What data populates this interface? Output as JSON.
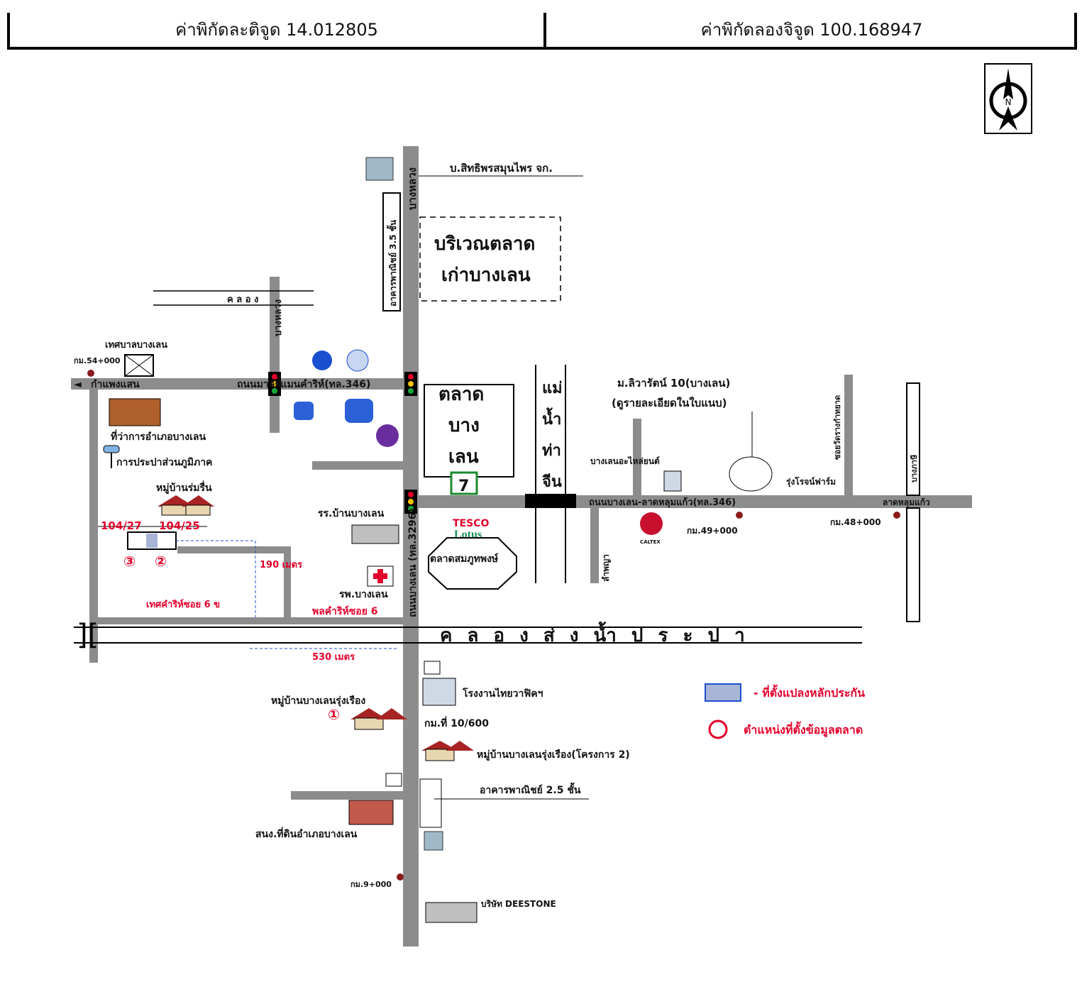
{
  "header": {
    "latitude_label": "ค่าพิกัดละติจูด 14.012805",
    "longitude_label": "ค่าพิกัดลองจิจูด 100.168947"
  },
  "compass": {
    "letter": "N",
    "icon": "north-arrow-icon"
  },
  "colors": {
    "road": "#8c8c8c",
    "red": "#e4002b",
    "blue": "#1b4fd1"
  },
  "labels": {
    "company_top": "บ.สิทธิพรสมุนไพร จก.",
    "road_north": "บางหลวง",
    "shophouse_35": "อาคารพาณิชย์ 3.5 ชั้น",
    "old_market_1": "บริเวณตลาด",
    "old_market_2": "เก่าบางเลน",
    "canal_small": "ค ล อ ง",
    "road_banghluang_w": "บางหลวง",
    "municipality": "เทศบาลบางเลน",
    "km54": "กม.54+000",
    "kamphaengsaen": "กำแพงแสน",
    "road_346_west": "ถนนมาลัยแมนคำริห์(ทล.346)",
    "district_office": "ที่ว่าการอำเภอบางเลน",
    "water_authority": "การประปาส่วนภูมิภาค",
    "village_west": "หมู่บ้านร่มรื่น",
    "lot_10427": "104/27",
    "lot_10425": "104/25",
    "marker_3": "③",
    "marker_2": "②",
    "dist_190": "190 เมตร",
    "soi_6k": "เทศคำริห์ซอย 6 ข",
    "soi_6": "พลคำริห์ซอย 6",
    "dist_530": "530 เมตร",
    "canal_big": "ค ล อ ง ส่ ง น้ำ ป ร ะ ป า",
    "school": "รร.บ้านบางเลน",
    "hospital": "รพ.บางเลน",
    "main_road_v": "ถนนบางเลน (ทล.3296)",
    "market_1": "ตลาด",
    "market_2": "บาง",
    "market_3": "เลน",
    "seven_eleven": "7",
    "tesco_1": "TESCO",
    "tesco_2": "Lotus",
    "market_somphong": "ตลาดสมภูทพงษ์",
    "river_1": "แม่",
    "river_2": "น้ำ",
    "river_3": "ท่า",
    "river_4": "จีน",
    "village_livarat_1": "ม.ลิวารัตน์ 10(บางเลน)",
    "village_livarat_2": "(ดูรายละเอียดในใบแนบ)",
    "auto_parts": "บางเลนอะไหล่ยนต์",
    "road_346_east": "ถนนบางเลน-ลาดหลุมแก้ว(ทล.346)",
    "caltex": "CALTEX",
    "km49": "กม.49+000",
    "soi_wat": "ซอยวัดรางกำหยาด",
    "farm": "รุ่งโรจน์ฟาร์ม",
    "km48": "กม.48+000",
    "lat_lum_kaeo": "ลาดหลุมแก้ว",
    "bang_pla": "บางภาษี",
    "nonthaburi": "ลำพญา",
    "factory_thai": "โรงงานไทยวาฟิคฯ",
    "km10": "กม.ที่ 10/600",
    "village_rung": "หมู่บ้านบางเลนรุ่งเรือง",
    "marker_1": "①",
    "village_rung_2": "หมู่บ้านบางเลนรุ่งเรือง(โครงการ 2)",
    "shophouse_25": "อาคารพาณิชย์ 2.5 ชั้น",
    "land_office": "สนง.ที่ดินอำเภอบางเลน",
    "km9": "กม.9+000",
    "deestone": "บริษัท DEESTONE",
    "legend_collateral": "- ที่ตั้งแปลงหลักประกัน",
    "legend_market": "ตำแหน่งที่ตั้งข้อมูลตลาด"
  }
}
